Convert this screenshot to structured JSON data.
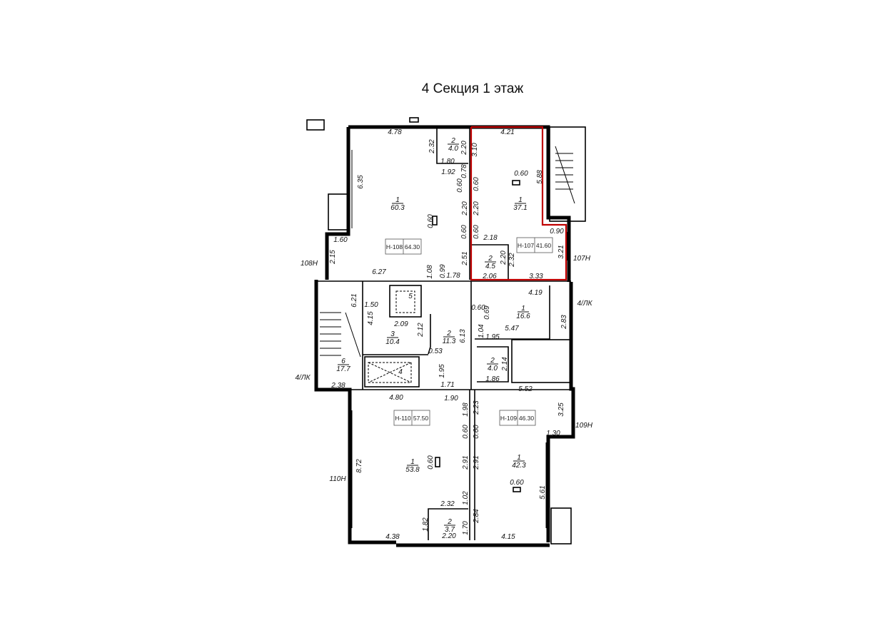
{
  "title": "4 Секция 1 этаж",
  "highlight_color": "#c00000",
  "apartments": [
    {
      "id": "Н-108",
      "area": "64.30"
    },
    {
      "id": "Н-107",
      "area": "41.60"
    },
    {
      "id": "Н-110",
      "area": "57.50"
    },
    {
      "id": "Н-109",
      "area": "46.30"
    }
  ],
  "rooms": [
    {
      "num": "1",
      "area": "60.3"
    },
    {
      "num": "2",
      "area": "4.0"
    },
    {
      "num": "1",
      "area": "37.1"
    },
    {
      "num": "2",
      "area": "4.5"
    },
    {
      "num": "3",
      "area": "10.4"
    },
    {
      "num": "2",
      "area": "11.3"
    },
    {
      "num": "6",
      "area": "17.7"
    },
    {
      "num": "1",
      "area": "16.6"
    },
    {
      "num": "2",
      "area": "4.0"
    },
    {
      "num": "1",
      "area": "53.8"
    },
    {
      "num": "1",
      "area": "42.3"
    },
    {
      "num": "2",
      "area": "3.7"
    }
  ],
  "elevators": [
    "5",
    "4"
  ],
  "exits": [
    "108Н",
    "107Н",
    "4/ЛК",
    "4/ЛК",
    "109Н",
    "110Н"
  ],
  "dimensions": [
    "4.78",
    "2.32",
    "2.20",
    "3.10",
    "1.80",
    "1.92",
    "0.78",
    "6.35",
    "0.60",
    "0.60",
    "2.20",
    "2.20",
    "0.60",
    "0.60",
    "0.60",
    "1.60",
    "2.18",
    "2.15",
    "2.51",
    "1.08",
    "0.99",
    "1.78",
    "6.27",
    "2.20",
    "2.32",
    "2.06",
    "3.33",
    "4.21",
    "0.60",
    "5.88",
    "0.90",
    "3.21",
    "6.21",
    "1.50",
    "4.15",
    "2.09",
    "2.12",
    "6.13",
    "0.53",
    "2.38",
    "1.95",
    "1.71",
    "0.60",
    "0.69",
    "4.19",
    "2.83",
    "5.47",
    "1.04",
    "1.95",
    "2.14",
    "1.86",
    "5.52",
    "4.80",
    "1.90",
    "1.98",
    "2.23",
    "3.25",
    "1.30",
    "0.60",
    "0.60",
    "0.60",
    "2.91",
    "2.91",
    "8.72",
    "0.60",
    "5.61",
    "1.02",
    "2.32",
    "1.82",
    "1.70",
    "2.84",
    "4.38",
    "2.20",
    "4.15"
  ]
}
